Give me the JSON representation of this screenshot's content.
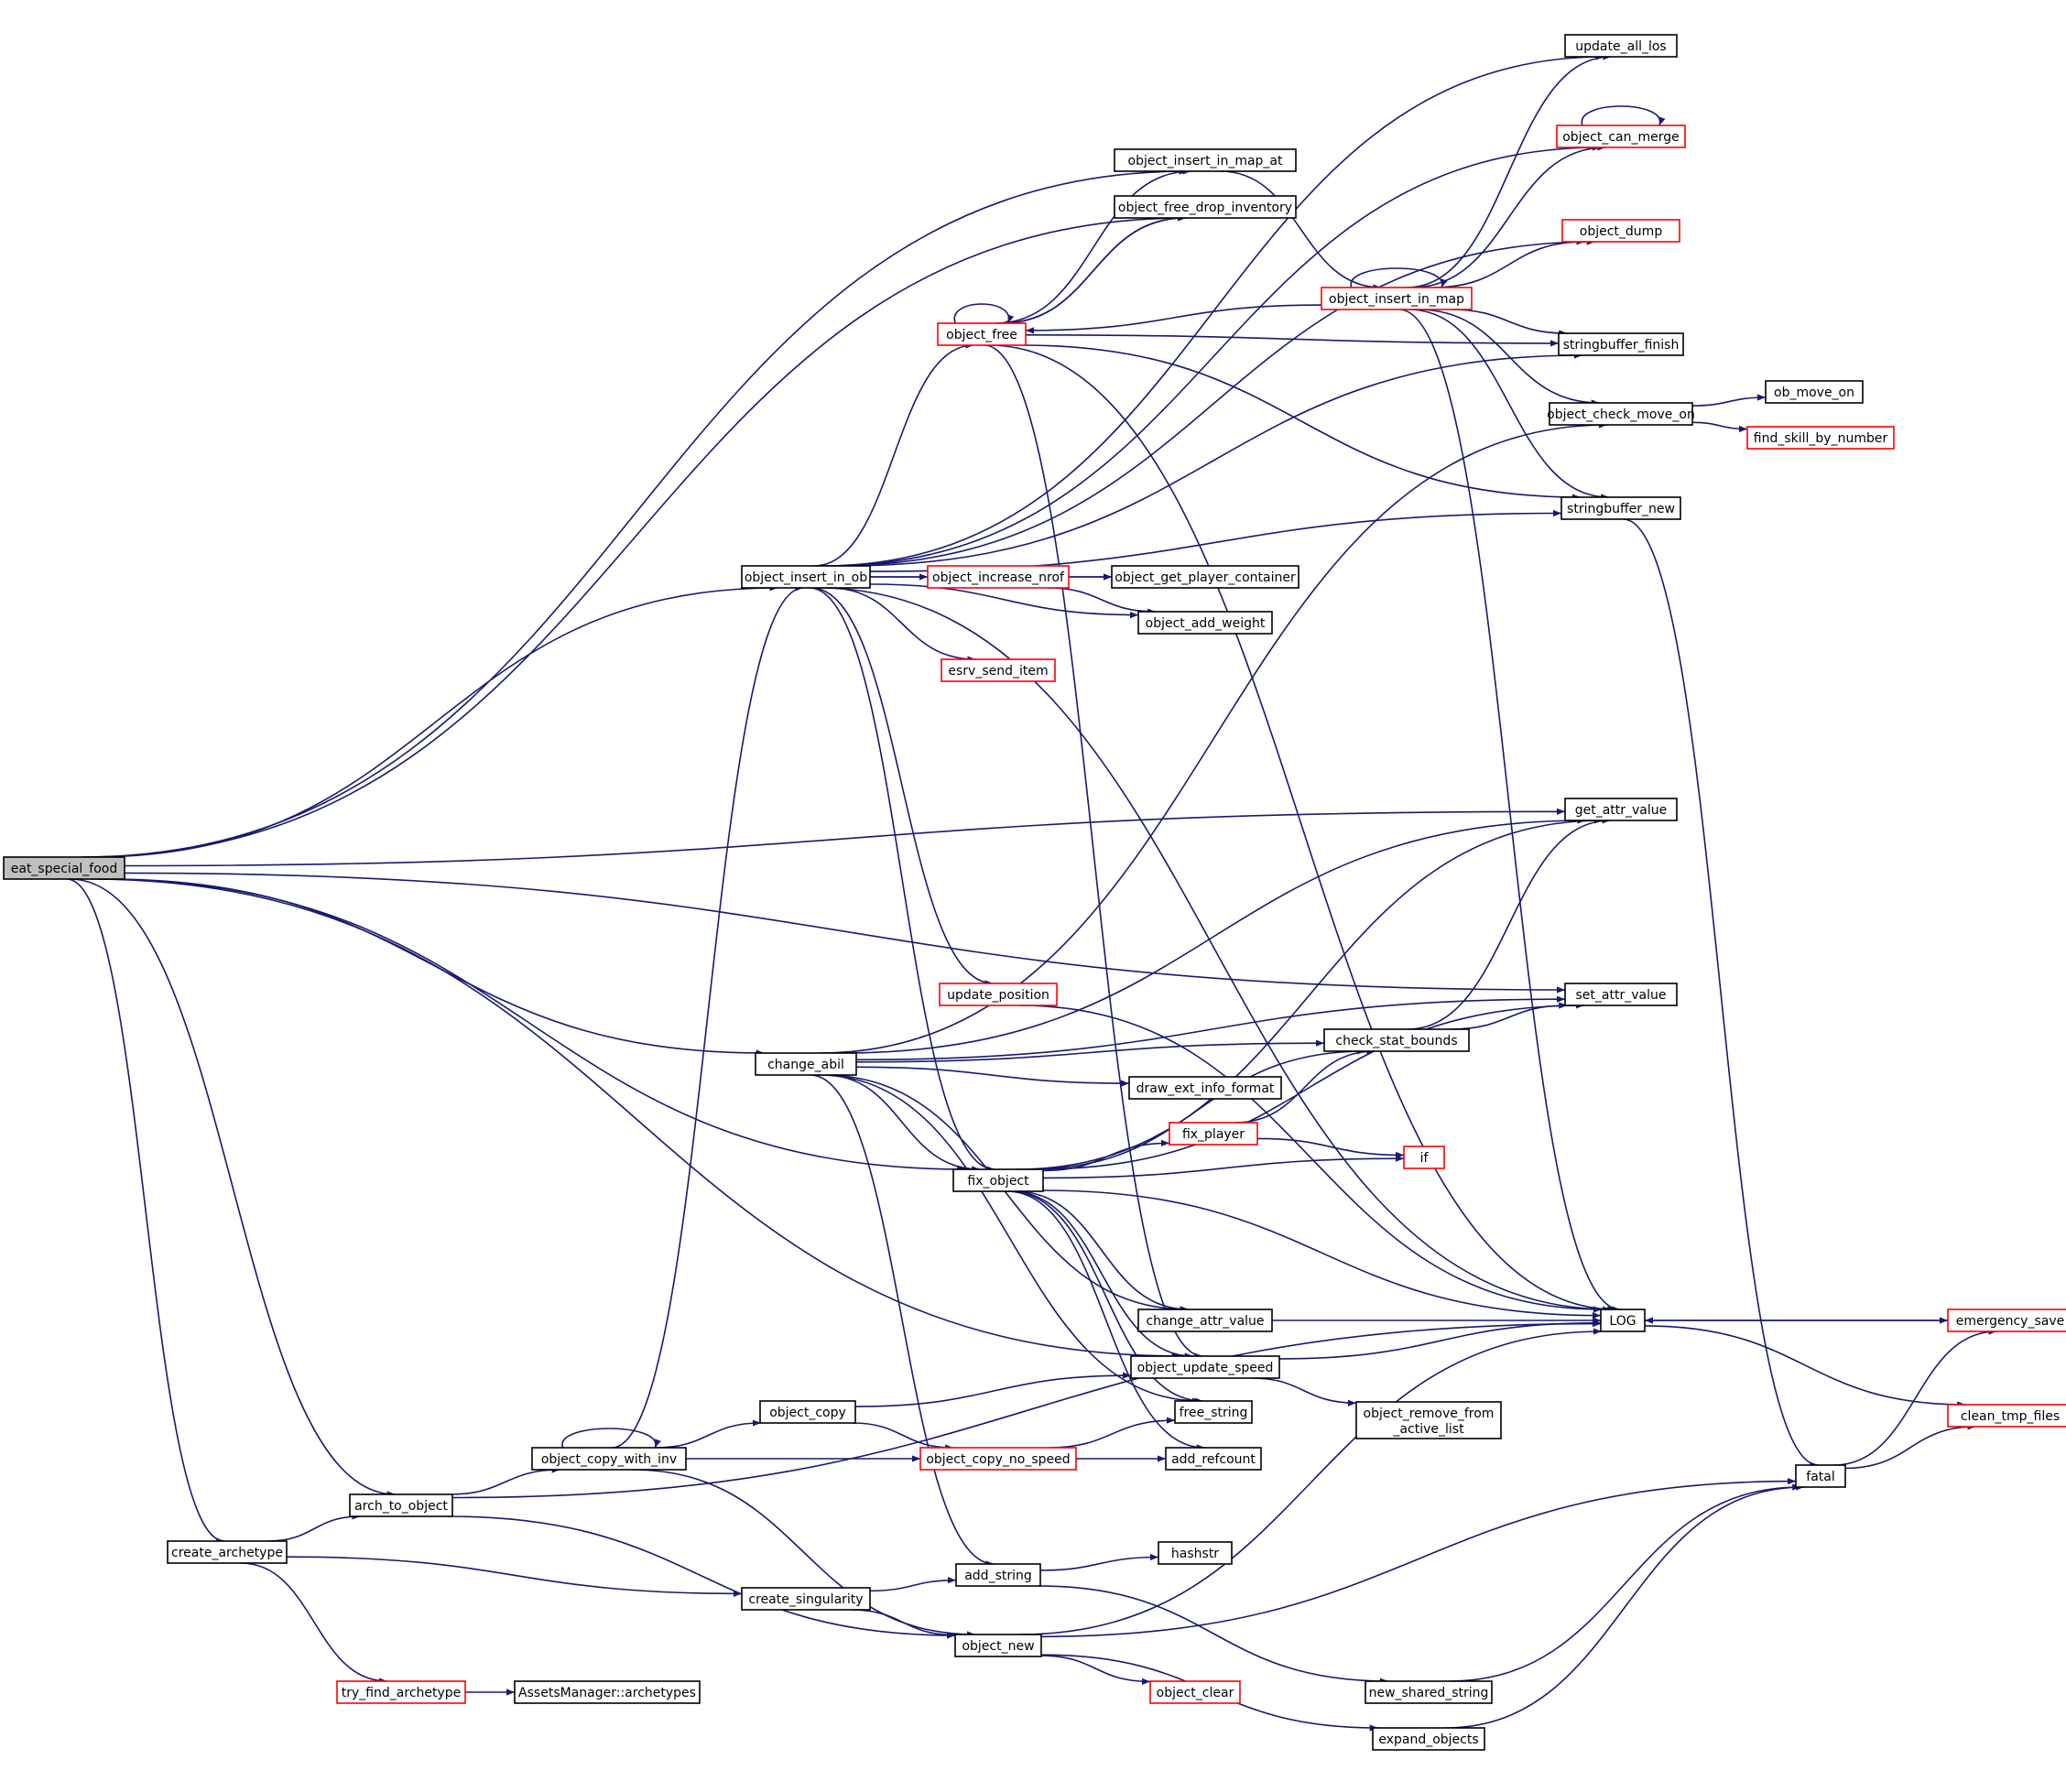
{
  "colors": {
    "edge": "#191970",
    "node_border": "#000000",
    "node_border_red": "#ff0000",
    "node_fill": "#ffffff",
    "root_fill": "#bfbfbf"
  },
  "nodes": [
    {
      "id": "eat_special_food",
      "label": "eat_special_food",
      "root": true
    },
    {
      "id": "update_all_los",
      "label": "update_all_los"
    },
    {
      "id": "object_can_merge",
      "label": "object_can_merge",
      "red": true
    },
    {
      "id": "object_insert_in_map_at",
      "label": "object_insert_in_map_at"
    },
    {
      "id": "object_free_drop_inventory",
      "label": "object_free_drop_inventory"
    },
    {
      "id": "object_dump",
      "label": "object_dump",
      "red": true
    },
    {
      "id": "object_insert_in_map",
      "label": "object_insert_in_map",
      "red": true
    },
    {
      "id": "object_free",
      "label": "object_free",
      "red": true
    },
    {
      "id": "stringbuffer_finish",
      "label": "stringbuffer_finish"
    },
    {
      "id": "ob_move_on",
      "label": "ob_move_on"
    },
    {
      "id": "object_check_move_on",
      "label": "object_check_move_on"
    },
    {
      "id": "find_skill_by_number",
      "label": "find_skill_by_number",
      "red": true
    },
    {
      "id": "stringbuffer_new",
      "label": "stringbuffer_new"
    },
    {
      "id": "object_insert_in_ob",
      "label": "object_insert_in_ob"
    },
    {
      "id": "object_increase_nrof",
      "label": "object_increase_nrof",
      "red": true
    },
    {
      "id": "object_get_player_container",
      "label": "object_get_player_container"
    },
    {
      "id": "object_add_weight",
      "label": "object_add_weight"
    },
    {
      "id": "esrv_send_item",
      "label": "esrv_send_item",
      "red": true
    },
    {
      "id": "get_attr_value",
      "label": "get_attr_value"
    },
    {
      "id": "update_position",
      "label": "update_position",
      "red": true
    },
    {
      "id": "set_attr_value",
      "label": "set_attr_value"
    },
    {
      "id": "check_stat_bounds",
      "label": "check_stat_bounds"
    },
    {
      "id": "change_abil",
      "label": "change_abil"
    },
    {
      "id": "draw_ext_info_format",
      "label": "draw_ext_info_format"
    },
    {
      "id": "fix_player",
      "label": "fix_player",
      "red": true
    },
    {
      "id": "if",
      "label": "if",
      "red": true
    },
    {
      "id": "fix_object",
      "label": "fix_object"
    },
    {
      "id": "change_attr_value",
      "label": "change_attr_value"
    },
    {
      "id": "LOG",
      "label": "LOG"
    },
    {
      "id": "emergency_save",
      "label": "emergency_save",
      "red": true
    },
    {
      "id": "object_update_speed",
      "label": "object_update_speed"
    },
    {
      "id": "object_remove_from_active_list",
      "label": "object_remove_from\n_active_list"
    },
    {
      "id": "clean_tmp_files",
      "label": "clean_tmp_files",
      "red": true
    },
    {
      "id": "object_copy",
      "label": "object_copy"
    },
    {
      "id": "free_string",
      "label": "free_string"
    },
    {
      "id": "object_copy_with_inv",
      "label": "object_copy_with_inv"
    },
    {
      "id": "object_copy_no_speed",
      "label": "object_copy_no_speed",
      "red": true
    },
    {
      "id": "add_refcount",
      "label": "add_refcount"
    },
    {
      "id": "fatal",
      "label": "fatal"
    },
    {
      "id": "arch_to_object",
      "label": "arch_to_object"
    },
    {
      "id": "create_archetype",
      "label": "create_archetype"
    },
    {
      "id": "hashstr",
      "label": "hashstr"
    },
    {
      "id": "add_string",
      "label": "add_string"
    },
    {
      "id": "create_singularity",
      "label": "create_singularity"
    },
    {
      "id": "object_new",
      "label": "object_new"
    },
    {
      "id": "try_find_archetype",
      "label": "try_find_archetype",
      "red": true
    },
    {
      "id": "AssetsManager_archetypes",
      "label": "AssetsManager::archetypes"
    },
    {
      "id": "new_shared_string",
      "label": "new_shared_string"
    },
    {
      "id": "object_clear",
      "label": "object_clear",
      "red": true
    },
    {
      "id": "expand_objects",
      "label": "expand_objects"
    }
  ],
  "edges": [
    [
      "eat_special_food",
      "object_insert_in_map_at"
    ],
    [
      "eat_special_food",
      "object_free_drop_inventory"
    ],
    [
      "eat_special_food",
      "object_insert_in_ob"
    ],
    [
      "eat_special_food",
      "get_attr_value"
    ],
    [
      "eat_special_food",
      "set_attr_value"
    ],
    [
      "eat_special_food",
      "change_abil"
    ],
    [
      "eat_special_food",
      "fix_object"
    ],
    [
      "eat_special_food",
      "object_update_speed"
    ],
    [
      "eat_special_food",
      "arch_to_object"
    ],
    [
      "eat_special_food",
      "create_archetype"
    ],
    [
      "object_insert_in_ob",
      "update_all_los"
    ],
    [
      "object_insert_in_ob",
      "object_can_merge"
    ],
    [
      "object_insert_in_ob",
      "object_dump"
    ],
    [
      "object_insert_in_ob",
      "object_free"
    ],
    [
      "object_insert_in_ob",
      "stringbuffer_finish"
    ],
    [
      "object_insert_in_ob",
      "stringbuffer_new"
    ],
    [
      "object_insert_in_ob",
      "object_increase_nrof"
    ],
    [
      "object_insert_in_ob",
      "object_get_player_container"
    ],
    [
      "object_insert_in_ob",
      "object_add_weight"
    ],
    [
      "object_insert_in_ob",
      "esrv_send_item"
    ],
    [
      "object_insert_in_ob",
      "update_position"
    ],
    [
      "object_insert_in_ob",
      "LOG"
    ],
    [
      "object_insert_in_ob",
      "fix_object"
    ],
    [
      "object_insert_in_map_at",
      "object_insert_in_map"
    ],
    [
      "object_free",
      "object_insert_in_map_at"
    ],
    [
      "object_free",
      "object_free_drop_inventory"
    ],
    [
      "object_free",
      "object_free"
    ],
    [
      "object_free",
      "stringbuffer_finish"
    ],
    [
      "object_free",
      "stringbuffer_new"
    ],
    [
      "object_free",
      "LOG"
    ],
    [
      "object_free",
      "object_update_speed"
    ],
    [
      "object_free_drop_inventory",
      "object_free"
    ],
    [
      "object_insert_in_map",
      "object_insert_in_map"
    ],
    [
      "object_insert_in_map",
      "update_all_los"
    ],
    [
      "object_insert_in_map",
      "object_can_merge"
    ],
    [
      "object_insert_in_map",
      "object_dump"
    ],
    [
      "object_insert_in_map",
      "object_free"
    ],
    [
      "object_insert_in_map",
      "stringbuffer_finish"
    ],
    [
      "object_insert_in_map",
      "object_check_move_on"
    ],
    [
      "object_insert_in_map",
      "stringbuffer_new"
    ],
    [
      "object_insert_in_map",
      "LOG"
    ],
    [
      "object_can_merge",
      "object_can_merge"
    ],
    [
      "object_check_move_on",
      "ob_move_on"
    ],
    [
      "object_check_move_on",
      "find_skill_by_number"
    ],
    [
      "stringbuffer_new",
      "fatal"
    ],
    [
      "object_increase_nrof",
      "object_get_player_container"
    ],
    [
      "object_increase_nrof",
      "object_add_weight"
    ],
    [
      "update_position",
      "LOG"
    ],
    [
      "check_stat_bounds",
      "get_attr_value"
    ],
    [
      "check_stat_bounds",
      "set_attr_value"
    ],
    [
      "change_abil",
      "object_check_move_on"
    ],
    [
      "change_abil",
      "get_attr_value"
    ],
    [
      "change_abil",
      "set_attr_value"
    ],
    [
      "change_abil",
      "check_stat_bounds"
    ],
    [
      "change_abil",
      "draw_ext_info_format"
    ],
    [
      "change_abil",
      "fix_object"
    ],
    [
      "change_abil",
      "change_attr_value"
    ],
    [
      "change_abil",
      "free_string"
    ],
    [
      "change_abil",
      "add_string"
    ],
    [
      "fix_object",
      "get_attr_value"
    ],
    [
      "fix_object",
      "check_stat_bounds"
    ],
    [
      "fix_object",
      "fix_player"
    ],
    [
      "fix_object",
      "if"
    ],
    [
      "fix_object",
      "set_attr_value"
    ],
    [
      "fix_object",
      "change_attr_value"
    ],
    [
      "fix_object",
      "LOG"
    ],
    [
      "fix_object",
      "object_update_speed"
    ],
    [
      "fix_object",
      "free_string"
    ],
    [
      "fix_object",
      "add_refcount"
    ],
    [
      "fix_player",
      "check_stat_bounds"
    ],
    [
      "fix_player",
      "if"
    ],
    [
      "change_attr_value",
      "LOG"
    ],
    [
      "object_update_speed",
      "LOG"
    ],
    [
      "object_update_speed",
      "object_remove_from_active_list"
    ],
    [
      "LOG",
      "emergency_save"
    ],
    [
      "LOG",
      "clean_tmp_files"
    ],
    [
      "emergency_save",
      "LOG"
    ],
    [
      "fatal",
      "emergency_save"
    ],
    [
      "fatal",
      "clean_tmp_files"
    ],
    [
      "object_copy_with_inv",
      "object_copy_with_inv"
    ],
    [
      "object_copy_with_inv",
      "object_insert_in_ob"
    ],
    [
      "object_copy_with_inv",
      "object_copy"
    ],
    [
      "object_copy_with_inv",
      "object_copy_no_speed"
    ],
    [
      "object_copy_with_inv",
      "object_new"
    ],
    [
      "object_copy",
      "object_update_speed"
    ],
    [
      "object_copy",
      "object_copy_no_speed"
    ],
    [
      "object_copy_no_speed",
      "free_string"
    ],
    [
      "object_copy_no_speed",
      "add_refcount"
    ],
    [
      "arch_to_object",
      "object_copy_with_inv"
    ],
    [
      "arch_to_object",
      "LOG"
    ],
    [
      "arch_to_object",
      "object_new"
    ],
    [
      "create_archetype",
      "arch_to_object"
    ],
    [
      "create_archetype",
      "create_singularity"
    ],
    [
      "create_archetype",
      "try_find_archetype"
    ],
    [
      "create_singularity",
      "add_string"
    ],
    [
      "create_singularity",
      "object_new"
    ],
    [
      "add_string",
      "hashstr"
    ],
    [
      "add_string",
      "new_shared_string"
    ],
    [
      "new_shared_string",
      "fatal"
    ],
    [
      "object_new",
      "LOG"
    ],
    [
      "object_new",
      "object_clear"
    ],
    [
      "object_new",
      "expand_objects"
    ],
    [
      "object_new",
      "fatal"
    ],
    [
      "expand_objects",
      "fatal"
    ],
    [
      "try_find_archetype",
      "AssetsManager_archetypes"
    ]
  ]
}
